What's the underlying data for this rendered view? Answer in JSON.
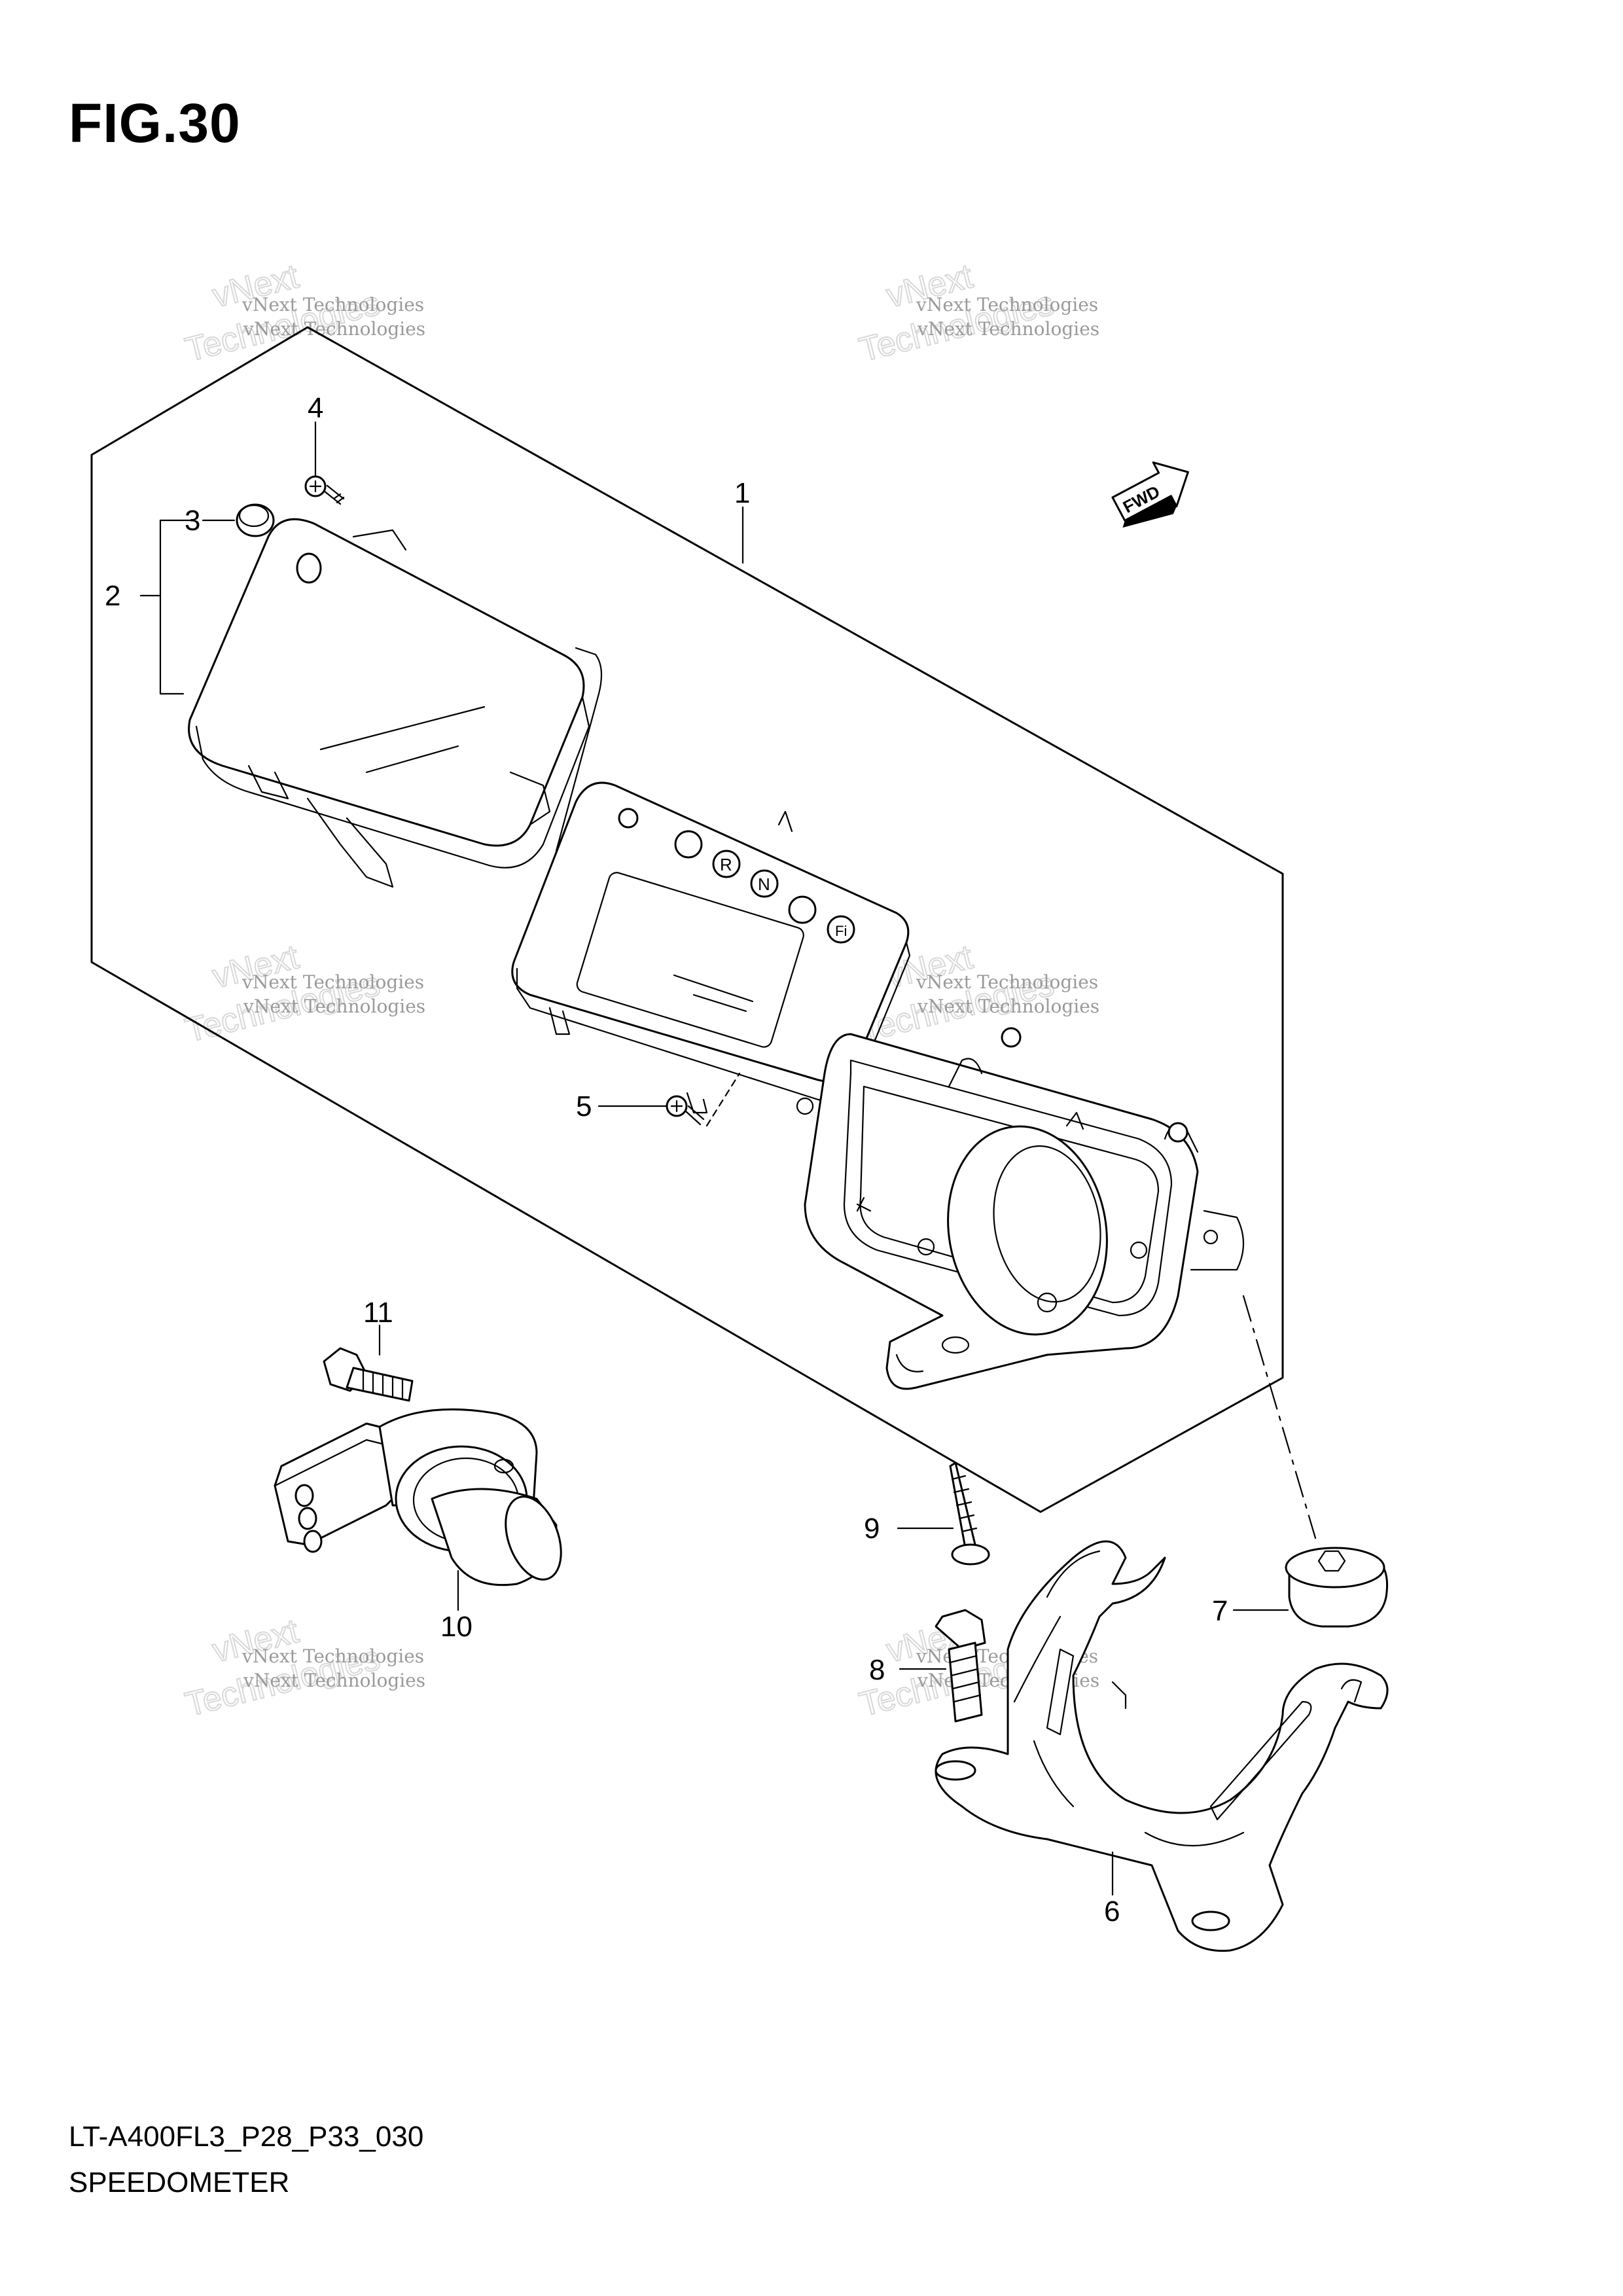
{
  "figure": {
    "title": "FIG.30"
  },
  "footer": {
    "code": "LT-A400FL3_P28_P33_030",
    "name": "SPEEDOMETER"
  },
  "watermark": {
    "line1": "vNext Technologies",
    "line2": "vNext",
    "line3": "Technologies"
  },
  "direction_badge": "FWD",
  "callouts": [
    "1",
    "2",
    "3",
    "4",
    "5",
    "6",
    "7",
    "8",
    "9",
    "10",
    "11"
  ],
  "indicator_labels": [
    "R",
    "N",
    "Fi"
  ]
}
